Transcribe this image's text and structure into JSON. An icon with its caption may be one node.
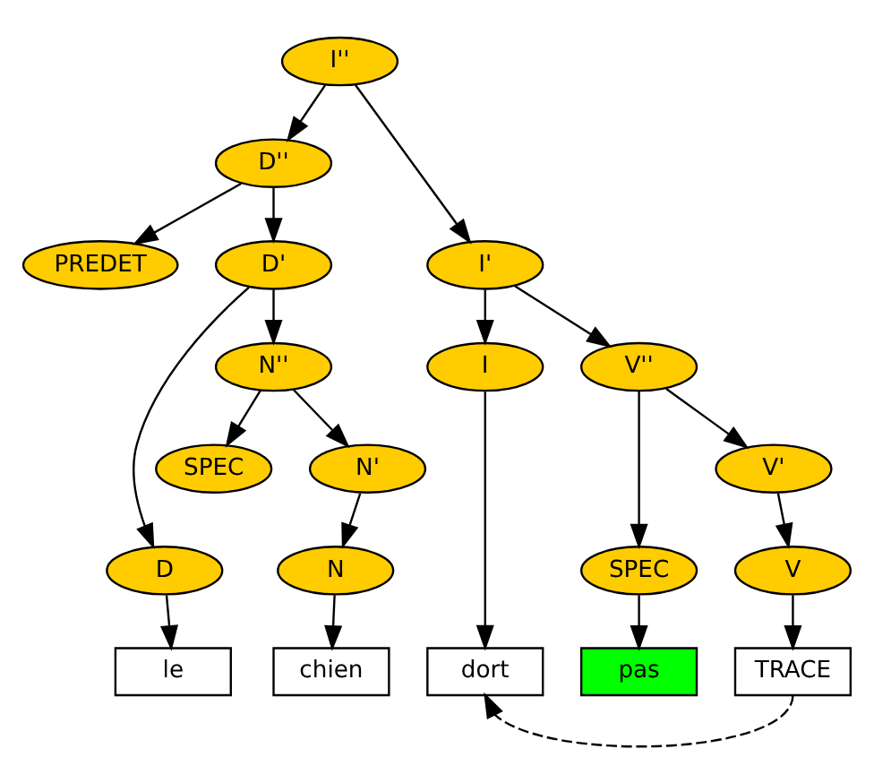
{
  "diagram": {
    "nodes": [
      {
        "text": [
          "I''"
        ]
      },
      {
        "text": [
          "D''"
        ]
      },
      {
        "text": [
          "I'"
        ]
      },
      {
        "text": [
          "PREDET"
        ]
      },
      {
        "text": [
          "D'"
        ]
      },
      {
        "text": [
          "I"
        ]
      },
      {
        "text": [
          "V''"
        ]
      },
      {
        "text": [
          "D"
        ]
      },
      {
        "text": [
          "N''"
        ]
      },
      {
        "text": [
          "SPEC"
        ]
      },
      {
        "text": [
          "V'"
        ]
      },
      {
        "text": [
          "SPEC"
        ]
      },
      {
        "text": [
          "N'"
        ]
      },
      {
        "text": [
          "V"
        ]
      },
      {
        "text": [
          "N"
        ]
      },
      {
        "text": [
          "le"
        ]
      },
      {
        "text": [
          "chien"
        ]
      },
      {
        "text": [
          "dort"
        ]
      },
      {
        "text": [
          "pas"
        ]
      },
      {
        "text": [
          "TRACE"
        ]
      }
    ],
    "edges": [
      {
        "from": 0,
        "to": 1,
        "arrow": "to"
      },
      {
        "from": 0,
        "to": 2,
        "arrow": "to"
      },
      {
        "from": 1,
        "to": 3,
        "arrow": "to"
      },
      {
        "from": 1,
        "to": 4,
        "arrow": "to"
      },
      {
        "from": 4,
        "to": 7,
        "arrow": "to"
      },
      {
        "from": 4,
        "to": 8,
        "arrow": "to"
      },
      {
        "from": 8,
        "to": 11,
        "arrow": "to"
      },
      {
        "from": 8,
        "to": 12,
        "arrow": "to"
      },
      {
        "from": 12,
        "to": 14,
        "arrow": "to"
      },
      {
        "from": 7,
        "to": 15,
        "arrow": "to"
      },
      {
        "from": 14,
        "to": 16,
        "arrow": "to"
      },
      {
        "from": 2,
        "to": 5,
        "arrow": "to"
      },
      {
        "from": 2,
        "to": 6,
        "arrow": "to"
      },
      {
        "from": 5,
        "to": 17,
        "arrow": "to"
      },
      {
        "from": 6,
        "to": 9,
        "arrow": "to"
      },
      {
        "from": 6,
        "to": 10,
        "arrow": "to"
      },
      {
        "from": 9,
        "to": 18,
        "arrow": "to"
      },
      {
        "from": 10,
        "to": 13,
        "arrow": "to"
      },
      {
        "from": 13,
        "to": 19,
        "arrow": "to"
      },
      {
        "from": 19,
        "to": 17,
        "arrow": "to",
        "style": "dashed"
      }
    ]
  }
}
